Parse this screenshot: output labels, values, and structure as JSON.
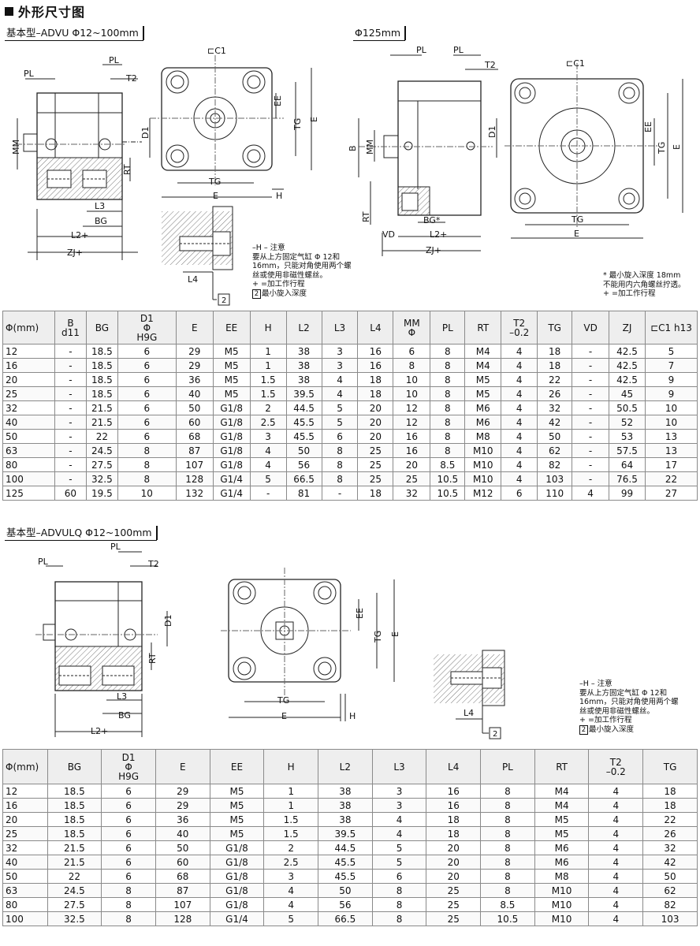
{
  "title": "外形尺寸图",
  "sections": {
    "advu": "基本型–ADVU Φ12~100mm",
    "d125": "Φ125mm",
    "advulq": "基本型–ADVULQ Φ12~100mm"
  },
  "dims": {
    "pl": "PL",
    "t2": "T2",
    "mm": "MM",
    "d1": "D1",
    "rt": "RT",
    "l3": "L3",
    "bg": "BG",
    "bgs": "BG*",
    "l2": "L2+",
    "zj": "ZJ+",
    "c1": "⊏C1",
    "ee": "EE",
    "tg": "TG",
    "e": "E",
    "h": "H",
    "l4": "L4",
    "n2": "2",
    "b": "B",
    "vd": "VD"
  },
  "notes": {
    "n1": [
      "–H – 注意",
      "要从上方固定气缸 Φ 12和",
      "16mm，只能对角使用两个螺",
      "丝或使用非磁性螺丝。",
      "+ =加工作行程",
      "最小旋入深度"
    ],
    "n1_box": "2",
    "n2": [
      "* 最小旋入深度 18mm",
      "不能用内六角螺丝拧透。",
      "+ =加工作行程"
    ],
    "n3": [
      "–H – 注意",
      "要从上方固定气缸 Φ 12和",
      "16mm，只能对角使用两个螺",
      "丝或使用非磁性螺丝。",
      "+ =加工作行程",
      "最小旋入深度"
    ],
    "n3_box": "2"
  },
  "table1": {
    "headers": [
      "Φ(mm)",
      "B\nd11",
      "BG",
      "D1\nΦ\nH9G",
      "E",
      "EE",
      "H",
      "L2",
      "L3",
      "L4",
      "MM\nΦ",
      "PL",
      "RT",
      "T2\n–0.2",
      "TG",
      "VD",
      "ZJ",
      "⊏C1 h13"
    ],
    "rows": [
      [
        "12",
        "-",
        "18.5",
        "6",
        "29",
        "M5",
        "1",
        "38",
        "3",
        "16",
        "6",
        "8",
        "M4",
        "4",
        "18",
        "-",
        "42.5",
        "5"
      ],
      [
        "16",
        "-",
        "18.5",
        "6",
        "29",
        "M5",
        "1",
        "38",
        "3",
        "16",
        "8",
        "8",
        "M4",
        "4",
        "18",
        "-",
        "42.5",
        "7"
      ],
      [
        "20",
        "-",
        "18.5",
        "6",
        "36",
        "M5",
        "1.5",
        "38",
        "4",
        "18",
        "10",
        "8",
        "M5",
        "4",
        "22",
        "-",
        "42.5",
        "9"
      ],
      [
        "25",
        "-",
        "18.5",
        "6",
        "40",
        "M5",
        "1.5",
        "39.5",
        "4",
        "18",
        "10",
        "8",
        "M5",
        "4",
        "26",
        "-",
        "45",
        "9"
      ],
      [
        "32",
        "-",
        "21.5",
        "6",
        "50",
        "G1/8",
        "2",
        "44.5",
        "5",
        "20",
        "12",
        "8",
        "M6",
        "4",
        "32",
        "-",
        "50.5",
        "10"
      ],
      [
        "40",
        "-",
        "21.5",
        "6",
        "60",
        "G1/8",
        "2.5",
        "45.5",
        "5",
        "20",
        "12",
        "8",
        "M6",
        "4",
        "42",
        "-",
        "52",
        "10"
      ],
      [
        "50",
        "-",
        "22",
        "6",
        "68",
        "G1/8",
        "3",
        "45.5",
        "6",
        "20",
        "16",
        "8",
        "M8",
        "4",
        "50",
        "-",
        "53",
        "13"
      ],
      [
        "63",
        "-",
        "24.5",
        "8",
        "87",
        "G1/8",
        "4",
        "50",
        "8",
        "25",
        "16",
        "8",
        "M10",
        "4",
        "62",
        "-",
        "57.5",
        "13"
      ],
      [
        "80",
        "-",
        "27.5",
        "8",
        "107",
        "G1/8",
        "4",
        "56",
        "8",
        "25",
        "20",
        "8.5",
        "M10",
        "4",
        "82",
        "-",
        "64",
        "17"
      ],
      [
        "100",
        "-",
        "32.5",
        "8",
        "128",
        "G1/4",
        "5",
        "66.5",
        "8",
        "25",
        "25",
        "10.5",
        "M10",
        "4",
        "103",
        "-",
        "76.5",
        "22"
      ],
      [
        "125",
        "60",
        "19.5",
        "10",
        "132",
        "G1/4",
        "-",
        "81",
        "-",
        "18",
        "32",
        "10.5",
        "M12",
        "6",
        "110",
        "4",
        "99",
        "27"
      ]
    ]
  },
  "table2": {
    "headers": [
      "Φ(mm)",
      "BG",
      "D1\nΦ\nH9G",
      "E",
      "EE",
      "H",
      "L2",
      "L3",
      "L4",
      "PL",
      "RT",
      "T2\n–0.2",
      "TG"
    ],
    "rows": [
      [
        "12",
        "18.5",
        "6",
        "29",
        "M5",
        "1",
        "38",
        "3",
        "16",
        "8",
        "M4",
        "4",
        "18"
      ],
      [
        "16",
        "18.5",
        "6",
        "29",
        "M5",
        "1",
        "38",
        "3",
        "16",
        "8",
        "M4",
        "4",
        "18"
      ],
      [
        "20",
        "18.5",
        "6",
        "36",
        "M5",
        "1.5",
        "38",
        "4",
        "18",
        "8",
        "M5",
        "4",
        "22"
      ],
      [
        "25",
        "18.5",
        "6",
        "40",
        "M5",
        "1.5",
        "39.5",
        "4",
        "18",
        "8",
        "M5",
        "4",
        "26"
      ],
      [
        "32",
        "21.5",
        "6",
        "50",
        "G1/8",
        "2",
        "44.5",
        "5",
        "20",
        "8",
        "M6",
        "4",
        "32"
      ],
      [
        "40",
        "21.5",
        "6",
        "60",
        "G1/8",
        "2.5",
        "45.5",
        "5",
        "20",
        "8",
        "M6",
        "4",
        "42"
      ],
      [
        "50",
        "22",
        "6",
        "68",
        "G1/8",
        "3",
        "45.5",
        "6",
        "20",
        "8",
        "M8",
        "4",
        "50"
      ],
      [
        "63",
        "24.5",
        "8",
        "87",
        "G1/8",
        "4",
        "50",
        "8",
        "25",
        "8",
        "M10",
        "4",
        "62"
      ],
      [
        "80",
        "27.5",
        "8",
        "107",
        "G1/8",
        "4",
        "56",
        "8",
        "25",
        "8.5",
        "M10",
        "4",
        "82"
      ],
      [
        "100",
        "32.5",
        "8",
        "128",
        "G1/4",
        "5",
        "66.5",
        "8",
        "25",
        "10.5",
        "M10",
        "4",
        "103"
      ]
    ]
  }
}
